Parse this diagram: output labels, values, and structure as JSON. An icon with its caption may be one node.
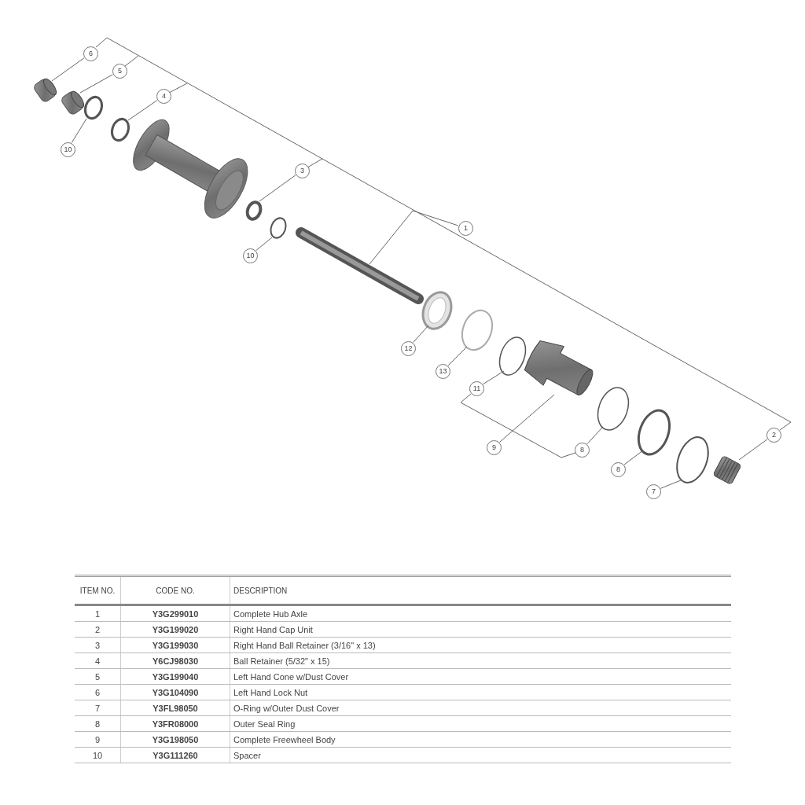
{
  "diagram": {
    "nodes": [
      {
        "text": [
          "6"
        ]
      },
      {
        "text": [
          "5"
        ]
      },
      {
        "text": [
          "10"
        ]
      },
      {
        "text": [
          "4"
        ]
      },
      {
        "text": [
          "3"
        ]
      },
      {
        "text": [
          "10"
        ]
      },
      {
        "text": [
          "1"
        ]
      },
      {
        "text": [
          "12"
        ]
      },
      {
        "text": [
          "13"
        ]
      },
      {
        "text": [
          "11"
        ]
      },
      {
        "text": [
          "9"
        ]
      },
      {
        "text": [
          "8"
        ]
      },
      {
        "text": [
          "8"
        ]
      },
      {
        "text": [
          "7"
        ]
      },
      {
        "text": [
          "2"
        ]
      },
      {
        "text": [],
        "shape": "picture"
      },
      {
        "text": [],
        "shape": "picture"
      },
      {
        "text": [],
        "shape": "circle"
      },
      {
        "text": [],
        "shape": "circle"
      },
      {
        "text": [],
        "shape": "circle"
      },
      {
        "text": [],
        "shape": "circle"
      },
      {
        "text": [],
        "shape": "picture"
      },
      {
        "text": [],
        "shape": "picture"
      },
      {
        "text": [],
        "shape": "circle"
      },
      {
        "text": [],
        "shape": "circle"
      },
      {
        "text": [],
        "shape": "picture"
      },
      {
        "text": [],
        "shape": "circle"
      },
      {
        "text": [],
        "shape": "circle"
      },
      {
        "text": [],
        "shape": "circle"
      },
      {
        "text": [],
        "shape": "picture"
      }
    ],
    "edges": [
      {
        "from": 0,
        "to": 15,
        "arrow": "none"
      },
      {
        "from": 1,
        "to": 16,
        "arrow": "none"
      },
      {
        "from": 2,
        "to": 17,
        "arrow": "none"
      },
      {
        "from": 3,
        "to": 18,
        "arrow": "none"
      },
      {
        "from": 4,
        "to": 19,
        "arrow": "none"
      },
      {
        "from": 5,
        "to": 20,
        "arrow": "none"
      },
      {
        "from": 6,
        "to": 21,
        "arrow": "none"
      },
      {
        "from": 7,
        "to": 22,
        "arrow": "none"
      },
      {
        "from": 8,
        "to": 23,
        "arrow": "none"
      },
      {
        "from": 9,
        "to": 24,
        "arrow": "none"
      },
      {
        "from": 10,
        "to": 25,
        "arrow": "none"
      },
      {
        "from": 11,
        "to": 26,
        "arrow": "none"
      },
      {
        "from": 12,
        "to": 27,
        "arrow": "none"
      },
      {
        "from": 13,
        "to": 28,
        "arrow": "none"
      },
      {
        "from": 14,
        "to": 29,
        "arrow": "none"
      }
    ],
    "labels": [
      "ITEM NO.",
      "CODE NO.",
      "DESCRIPTION",
      "1",
      "Y3G299010",
      "Complete Hub Axle",
      "2",
      "Y3G199020",
      "Right Hand Cap Unit",
      "3",
      "Y3G199030",
      "Right Hand Ball Retainer (3/16\" x 13)",
      "4",
      "Y6CJ98030",
      "Ball Retainer (5/32\" x 15)",
      "5",
      "Y3G199040",
      "Left Hand Cone w/Dust Cover",
      "6",
      "Y3G104090",
      "Left Hand Lock Nut",
      "7",
      "Y3FL98050",
      "O-Ring w/Outer Dust Cover",
      "8",
      "Y3FR08000",
      "Outer Seal Ring",
      "9",
      "Y3G198050",
      "Complete Freewheel Body",
      "10",
      "Y3G111260",
      "Spacer"
    ]
  }
}
